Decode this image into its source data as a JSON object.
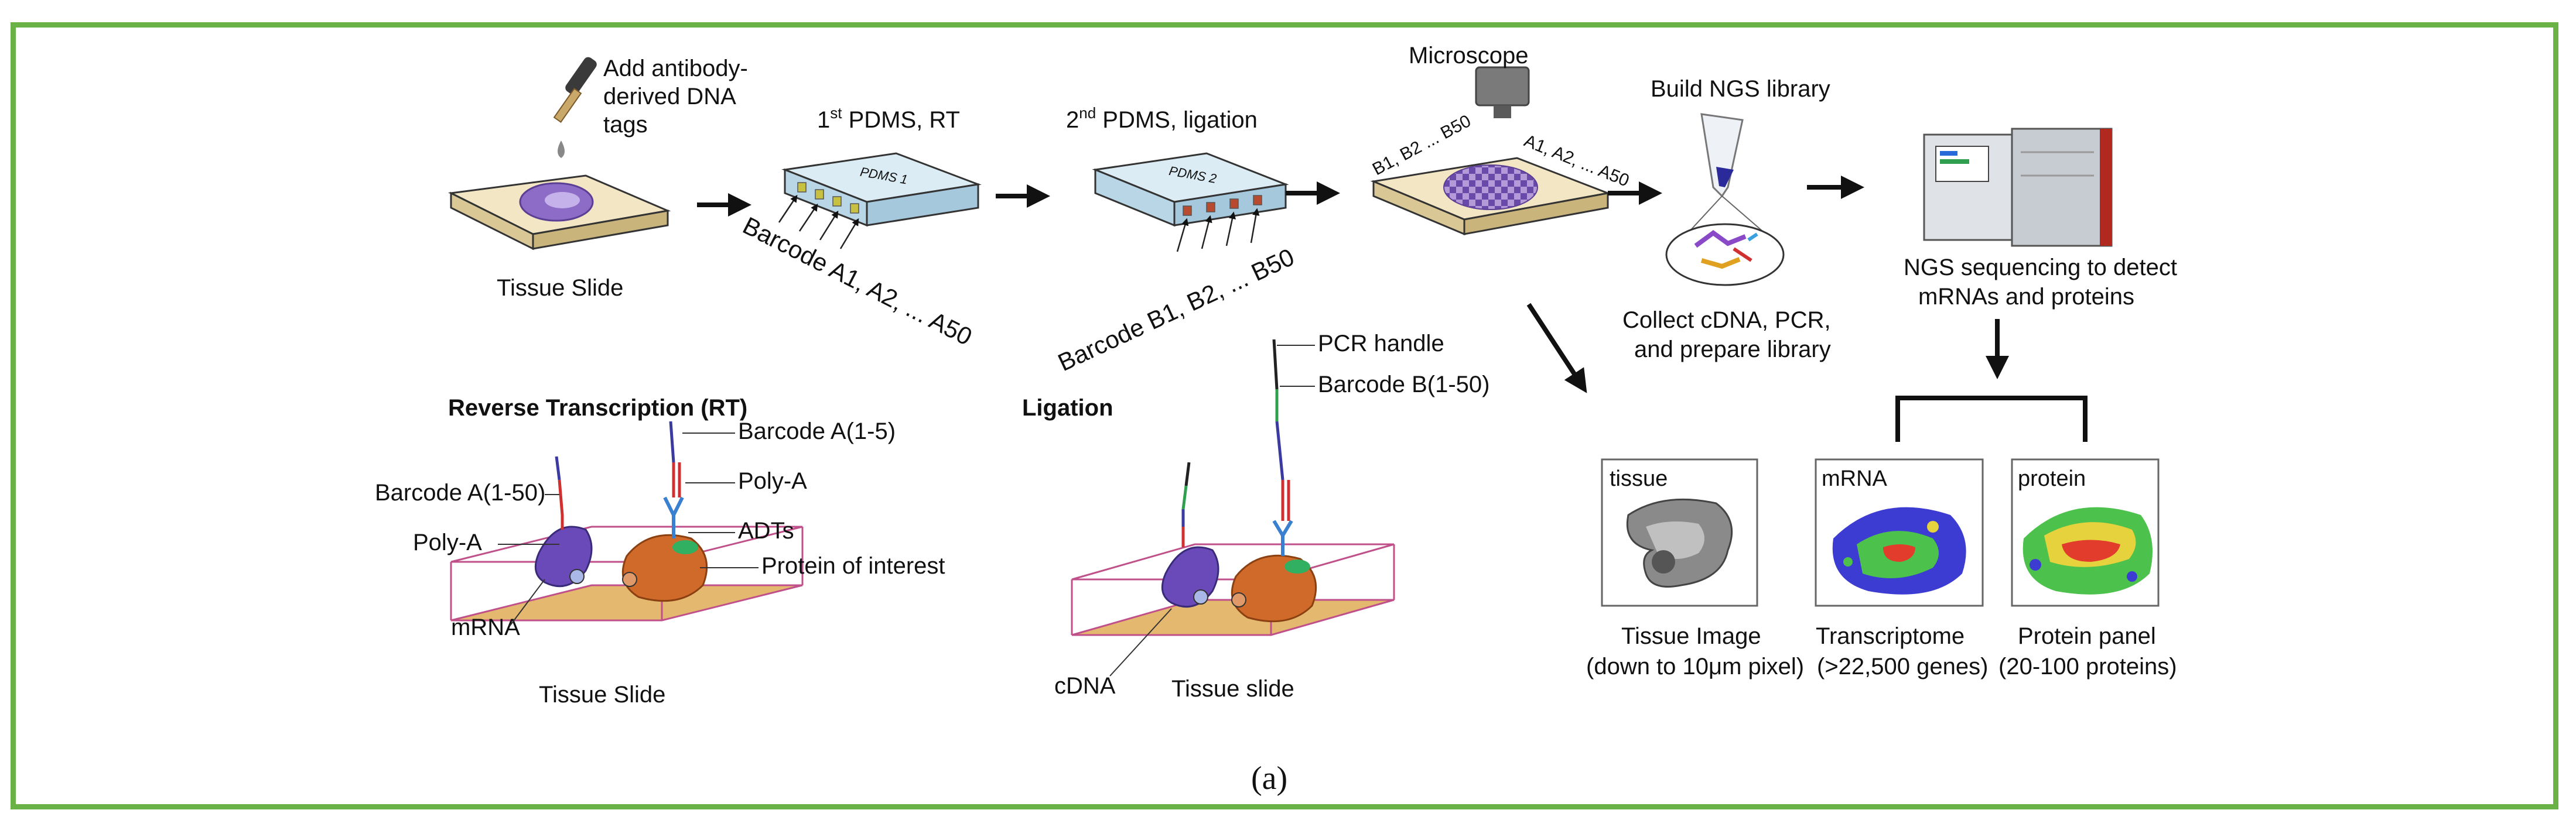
{
  "step_labels": {
    "add_tags_line1": "Add antibody-",
    "add_tags_line2": "derived DNA",
    "add_tags_line3": "tags",
    "tissue_slide": "Tissue Slide",
    "pdms1_title_prefix": "1",
    "pdms1_title_sup": "st",
    "pdms1_title_suffix": " PDMS, RT",
    "pdms1_chip": "PDMS 1",
    "barcode_a": "Barcode A1, A2, ... A50",
    "pdms2_title_prefix": "2",
    "pdms2_title_sup": "nd",
    "pdms2_title_suffix": " PDMS, ligation",
    "pdms2_chip": "PDMS 2",
    "barcode_b": "Barcode B1, B2, ... B50",
    "microscope": "Microscope",
    "b_axis": "B1, B2 ... B50",
    "a_axis": "A1, A2, ... A50",
    "build_ngs": "Build NGS library",
    "collect_line1": "Collect cDNA, PCR,",
    "collect_line2": "and prepare library",
    "ngs_line1": "NGS sequencing to detect",
    "ngs_line2": "mRNAs and proteins"
  },
  "rt_panel": {
    "title": "Reverse Transcription (RT)",
    "barcode_a_1_5": "Barcode A(1-5)",
    "poly_a_top": "Poly-A",
    "barcode_a_1_50": "Barcode A(1-50)",
    "adts": "ADTs",
    "poly_a_left": "Poly-A",
    "protein": "Protein of interest",
    "mrna": "mRNA",
    "slide": "Tissue Slide"
  },
  "ligation_panel": {
    "title": "Ligation",
    "pcr_handle": "PCR handle",
    "barcode_b_1_50": "Barcode B(1-50)",
    "cdna": "cDNA",
    "slide": "Tissue slide"
  },
  "outputs": {
    "tissue_tag": "tissue",
    "tissue_line1": "Tissue Image",
    "tissue_line2": "(down to 10μm pixel)",
    "mrna_tag": "mRNA",
    "mrna_line1": "Transcriptome",
    "mrna_line2": "(>22,500 genes)",
    "protein_tag": "protein",
    "protein_line1": "Protein panel",
    "protein_line2": "(20-100 proteins)"
  },
  "caption": "(a)",
  "colors": {
    "frame": "#6bb246",
    "slide_top": "#f3e6c4",
    "chip_top": "#dcecf4",
    "heatmap_blue": "#3c3cd2",
    "heatmap_green": "#4cc24c",
    "heatmap_red": "#e23c2c",
    "heatmap_yellow": "#e6d23c"
  }
}
